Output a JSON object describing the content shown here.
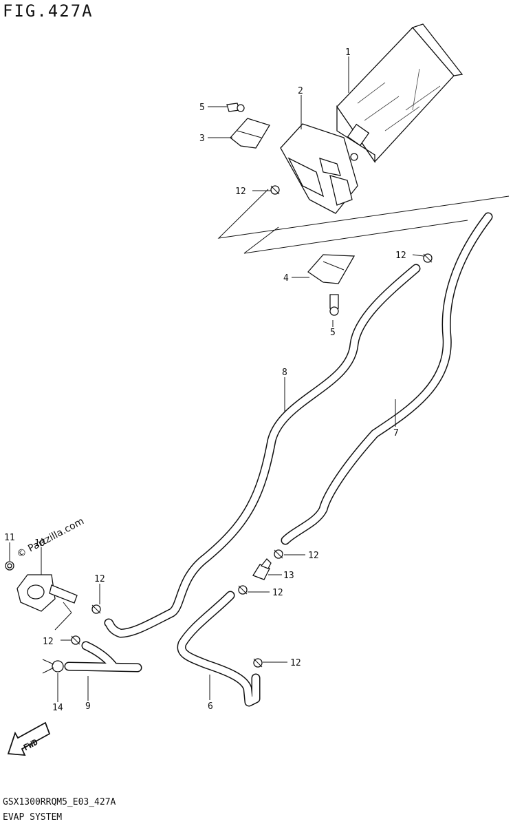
{
  "figure": {
    "title": "FIG.427A",
    "code": "GSX1300RRQM5_E03_427A",
    "name": "EVAP SYSTEM"
  },
  "watermark": "© Partzilla.com",
  "callouts": [
    "1",
    "2",
    "3",
    "4",
    "5",
    "5",
    "6",
    "7",
    "8",
    "9",
    "10",
    "11",
    "12",
    "12",
    "12",
    "12",
    "12",
    "12",
    "12",
    "12",
    "13",
    "14"
  ],
  "fwd_label": "FWD"
}
